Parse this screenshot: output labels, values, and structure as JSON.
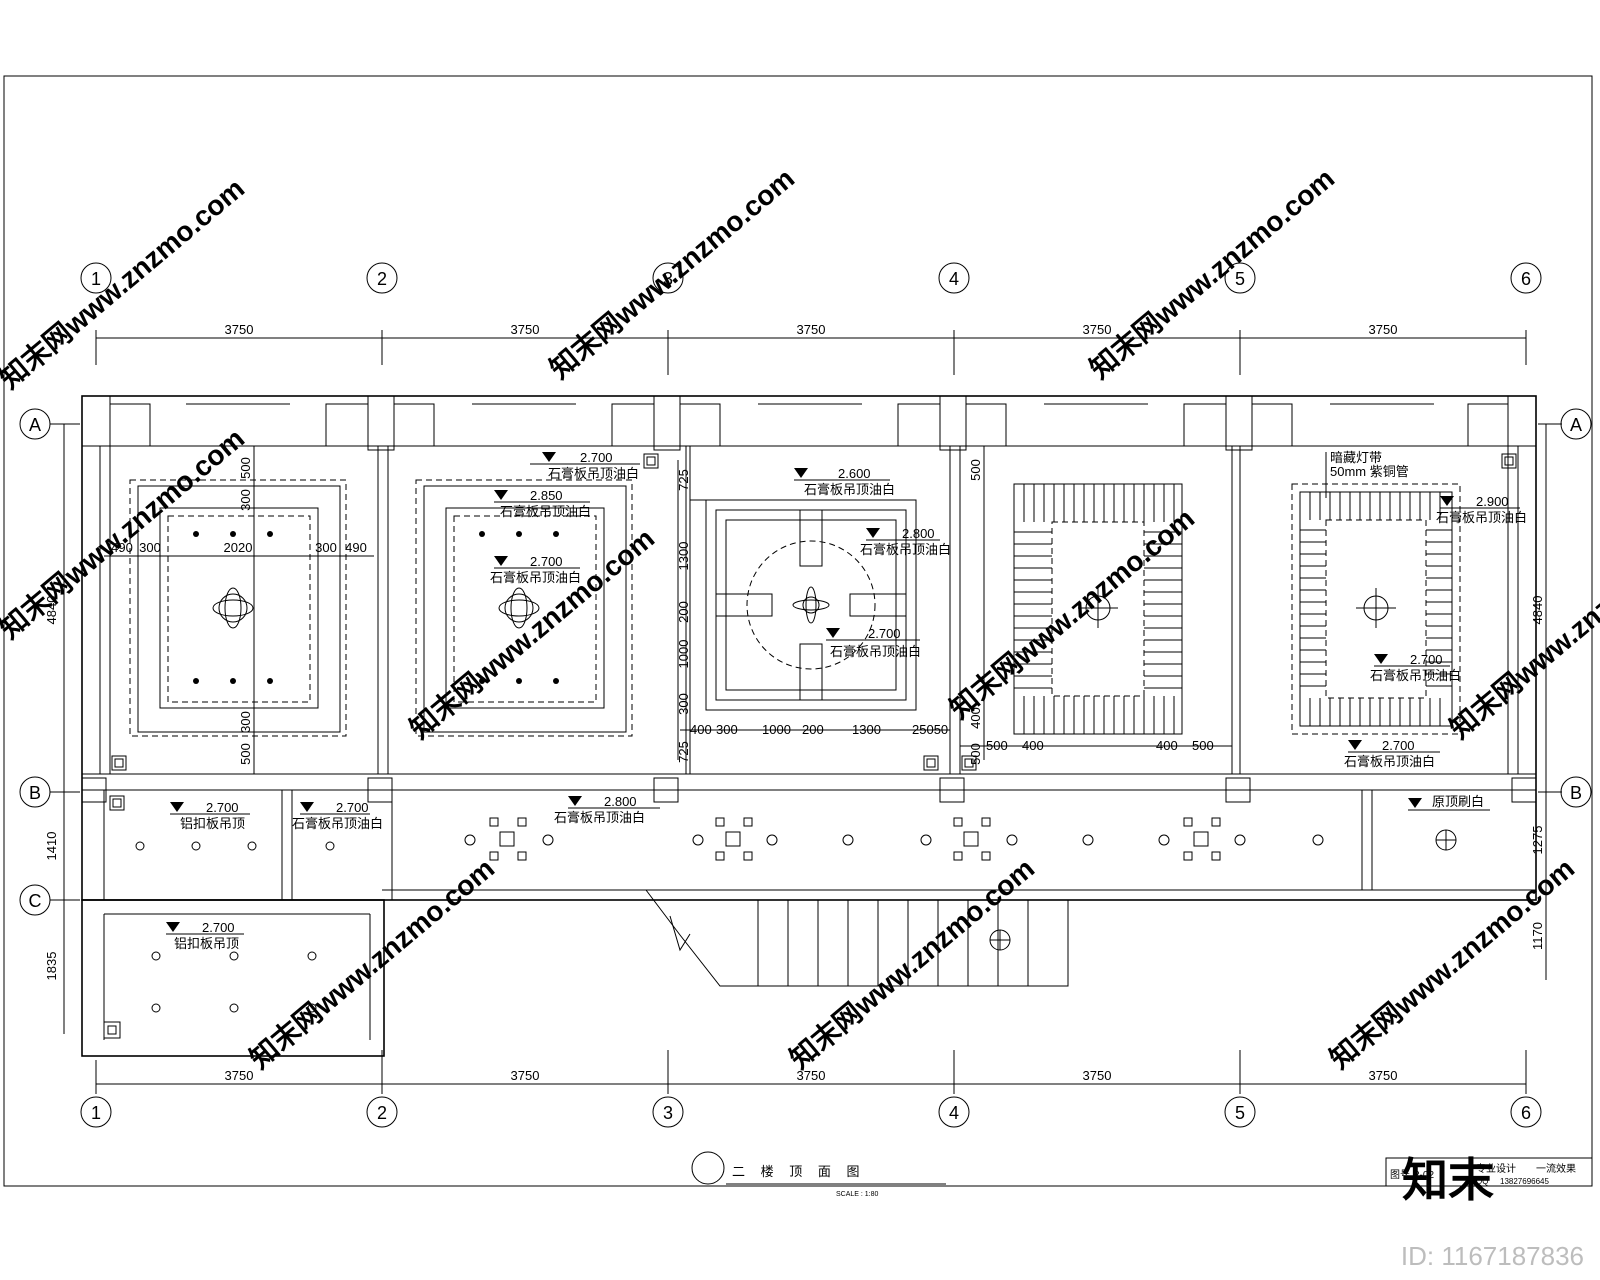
{
  "drawing": {
    "title": "二 楼 顶 面 图",
    "scale": "SCALE : 1:80",
    "axes_top": [
      "1",
      "2",
      "3",
      "4",
      "5",
      "6"
    ],
    "axes_side": [
      "A",
      "B",
      "C"
    ],
    "bay_dim": "3750",
    "left_dims": [
      "4840",
      "1410",
      "1835"
    ],
    "right_dims": [
      "4840",
      "1275",
      "1170"
    ],
    "room1_dims": {
      "a": "490",
      "b": "300",
      "c": "2020",
      "d": "300",
      "e": "490",
      "v1": "500",
      "v2": "300",
      "v3": "300",
      "v4": "500"
    },
    "room3_dims": {
      "v1": "725",
      "v2": "1300",
      "v3": "200",
      "v4": "1000",
      "v5": "300",
      "v6": "725",
      "h1": "400",
      "h2": "300",
      "h3": "1000",
      "h4": "200",
      "h5": "1300",
      "h6": "25050"
    },
    "room4_dims": {
      "v1": "500",
      "v2": "400",
      "v3": "500",
      "h1": "500",
      "h2": "400",
      "h3": "400",
      "h4": "500"
    },
    "labels": {
      "gypsum_white": "石膏板吊顶油白",
      "alu_gusset": "铝扣板吊顶",
      "original_white": "原顶刷白",
      "hidden_light": "暗藏灯带",
      "pipe": "50mm 紫铜管"
    },
    "levels": {
      "l2700": "2.700",
      "l2850": "2.850",
      "l2600": "2.600",
      "l2800": "2.800",
      "l2900": "2.900"
    },
    "titleblock": {
      "drawing_no_label": "图号",
      "drawing_no": "2-02",
      "pro_design": "专业设计",
      "effect": "一流效果",
      "qq": "QQ",
      "phone": "13827696645"
    },
    "watermark": "知末网www.znzmo.com",
    "logo_text": "知末",
    "id_text": "ID: 1167187836"
  }
}
